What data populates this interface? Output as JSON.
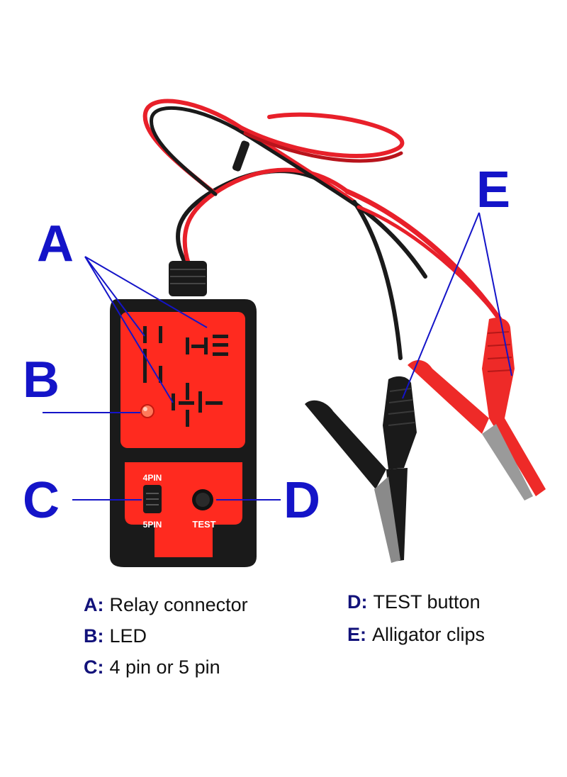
{
  "labels": {
    "a": "A",
    "b": "B",
    "c": "C",
    "d": "D",
    "e": "E"
  },
  "device": {
    "pin_top": "4PIN",
    "pin_bottom": "5PIN",
    "test": "TEST"
  },
  "legend": [
    {
      "key": "A:",
      "text": "Relay connector"
    },
    {
      "key": "B:",
      "text": "LED"
    },
    {
      "key": "C:",
      "text": "4 pin or 5 pin"
    },
    {
      "key": "D:",
      "text": "TEST button"
    },
    {
      "key": "E:",
      "text": "Alligator clips"
    }
  ],
  "colors": {
    "label_blue": "#1414c8",
    "device_red": "#ff2a1f",
    "device_black": "#1a1a1a",
    "wire_red": "#e8202a"
  }
}
